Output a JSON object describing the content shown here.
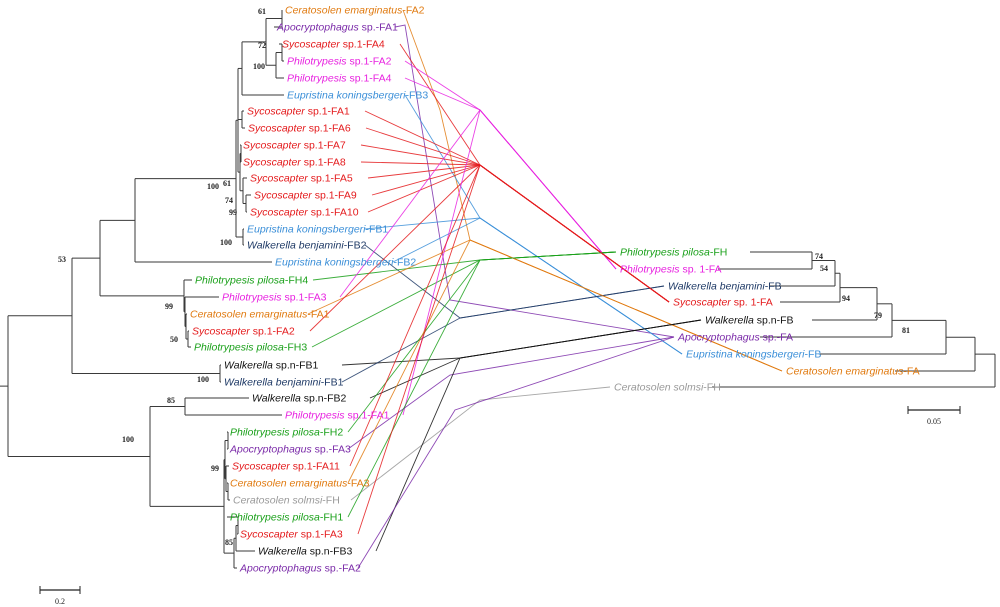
{
  "colors": {
    "Ceratosolen emarginatus": "#e07a10",
    "Apocryptophagus": "#7a2aa8",
    "Sycoscapter": "#e41a1c",
    "Philotrypesis sp.1": "#e822e0",
    "Philotrypesis pilosa": "#1aa01a",
    "Eupristina koningsbergeri": "#3b8fd8",
    "Walkerella": "#111111",
    "Walkerella benjamini": "#1f3a66",
    "Ceratosolen solmsi": "#999999"
  },
  "left_tree": {
    "taxa": [
      {
        "id": "L1",
        "genus": "Ceratosolen emarginatus",
        "suffix": "-FA2"
      },
      {
        "id": "L2",
        "genus": "Apocryptophagus",
        "suffix": " sp.-FA1"
      },
      {
        "id": "L3",
        "genus": "Sycoscapter",
        "suffix": " sp.1-FA4"
      },
      {
        "id": "L4",
        "genus": "Philotrypesis",
        "suffix": " sp.1-FA2",
        "color_key": "Philotrypesis sp.1"
      },
      {
        "id": "L5",
        "genus": "Philotrypesis",
        "suffix": " sp.1-FA4",
        "color_key": "Philotrypesis sp.1"
      },
      {
        "id": "L6",
        "genus": "Eupristina koningsbergeri",
        "suffix": "-FB3"
      },
      {
        "id": "L7",
        "genus": "Sycoscapter",
        "suffix": " sp.1-FA1"
      },
      {
        "id": "L8",
        "genus": "Sycoscapter",
        "suffix": " sp.1-FA6"
      },
      {
        "id": "L9",
        "genus": "Sycoscapter",
        "suffix": " sp.1-FA7"
      },
      {
        "id": "L10",
        "genus": "Sycoscapter",
        "suffix": " sp.1-FA8"
      },
      {
        "id": "L11",
        "genus": "Sycoscapter",
        "suffix": " sp.1-FA5"
      },
      {
        "id": "L12",
        "genus": "Sycoscapter",
        "suffix": " sp.1-FA9"
      },
      {
        "id": "L13",
        "genus": "Sycoscapter",
        "suffix": " sp.1-FA10"
      },
      {
        "id": "L14",
        "genus": "Eupristina koningsbergeri",
        "suffix": "-FB1"
      },
      {
        "id": "L15",
        "genus": "Walkerella benjamini",
        "suffix": "-FB2"
      },
      {
        "id": "L16",
        "genus": "Eupristina koningsbergeri",
        "suffix": "-FB2"
      },
      {
        "id": "L17",
        "genus": "Philotrypesis pilosa",
        "suffix": "-FH4"
      },
      {
        "id": "L18",
        "genus": "Philotrypesis",
        "suffix": " sp.1-FA3",
        "color_key": "Philotrypesis sp.1"
      },
      {
        "id": "L19",
        "genus": "Ceratosolen emarginatus",
        "suffix": "-FA1"
      },
      {
        "id": "L20",
        "genus": "Sycoscapter",
        "suffix": " sp.1-FA2"
      },
      {
        "id": "L21",
        "genus": "Philotrypesis pilosa",
        "suffix": "-FH3"
      },
      {
        "id": "L22",
        "genus": "Walkerella",
        "suffix": " sp.n-FB1"
      },
      {
        "id": "L23",
        "genus": "Walkerella benjamini",
        "suffix": "-FB1"
      },
      {
        "id": "L24",
        "genus": "Walkerella",
        "suffix": " sp.n-FB2"
      },
      {
        "id": "L25",
        "genus": "Philotrypesis",
        "suffix": " sp.1-FA1",
        "color_key": "Philotrypesis sp.1"
      },
      {
        "id": "L26",
        "genus": "Philotrypesis pilosa",
        "suffix": "-FH2"
      },
      {
        "id": "L27",
        "genus": "Apocryptophagus",
        "suffix": " sp.-FA3"
      },
      {
        "id": "L28",
        "genus": "Sycoscapter",
        "suffix": " sp.1-FA11"
      },
      {
        "id": "L29",
        "genus": "Ceratosolen emarginatus",
        "suffix": "-FA3"
      },
      {
        "id": "L30",
        "genus": "Ceratosolen solmsi",
        "suffix": "-FH"
      },
      {
        "id": "L31",
        "genus": "Philotrypesis pilosa",
        "suffix": "-FH1"
      },
      {
        "id": "L32",
        "genus": "Sycoscapter",
        "suffix": " sp.1-FA3"
      },
      {
        "id": "L33",
        "genus": "Walkerella",
        "suffix": " sp.n-FB3"
      },
      {
        "id": "L34",
        "genus": "Apocryptophagus",
        "suffix": " sp.-FA2"
      }
    ],
    "bootstrap": [
      "61",
      "72",
      "100",
      "100",
      "61",
      "74",
      "99",
      "100",
      "53",
      "99",
      "50",
      "100",
      "85",
      "100",
      "99",
      "85"
    ],
    "scale_label": "0.2"
  },
  "right_tree": {
    "taxa": [
      {
        "id": "R1",
        "genus": "Philotrypesis pilosa",
        "suffix": "-FH"
      },
      {
        "id": "R2",
        "genus": "Philotrypesis",
        "suffix": " sp. 1-FA",
        "color_key": "Philotrypesis sp.1"
      },
      {
        "id": "R3",
        "genus": "Walkerella benjamini",
        "suffix": "-FB"
      },
      {
        "id": "R4",
        "genus": "Sycoscapter",
        "suffix": " sp. 1-FA"
      },
      {
        "id": "R5",
        "genus": "Walkerella",
        "suffix": " sp.n-FB"
      },
      {
        "id": "R6",
        "genus": "Apocryptophagus",
        "suffix": " sp.-FA"
      },
      {
        "id": "R7",
        "genus": "Eupristina koningsbergeri",
        "suffix": "-FB"
      },
      {
        "id": "R8",
        "genus": "Ceratosolen emarginatus",
        "suffix": "-FA"
      },
      {
        "id": "R9",
        "genus": "Ceratosolen solmsi",
        "suffix": "-FH"
      }
    ],
    "bootstrap": [
      "74",
      "54",
      "94",
      "79",
      "81"
    ],
    "scale_label": "0.05"
  }
}
